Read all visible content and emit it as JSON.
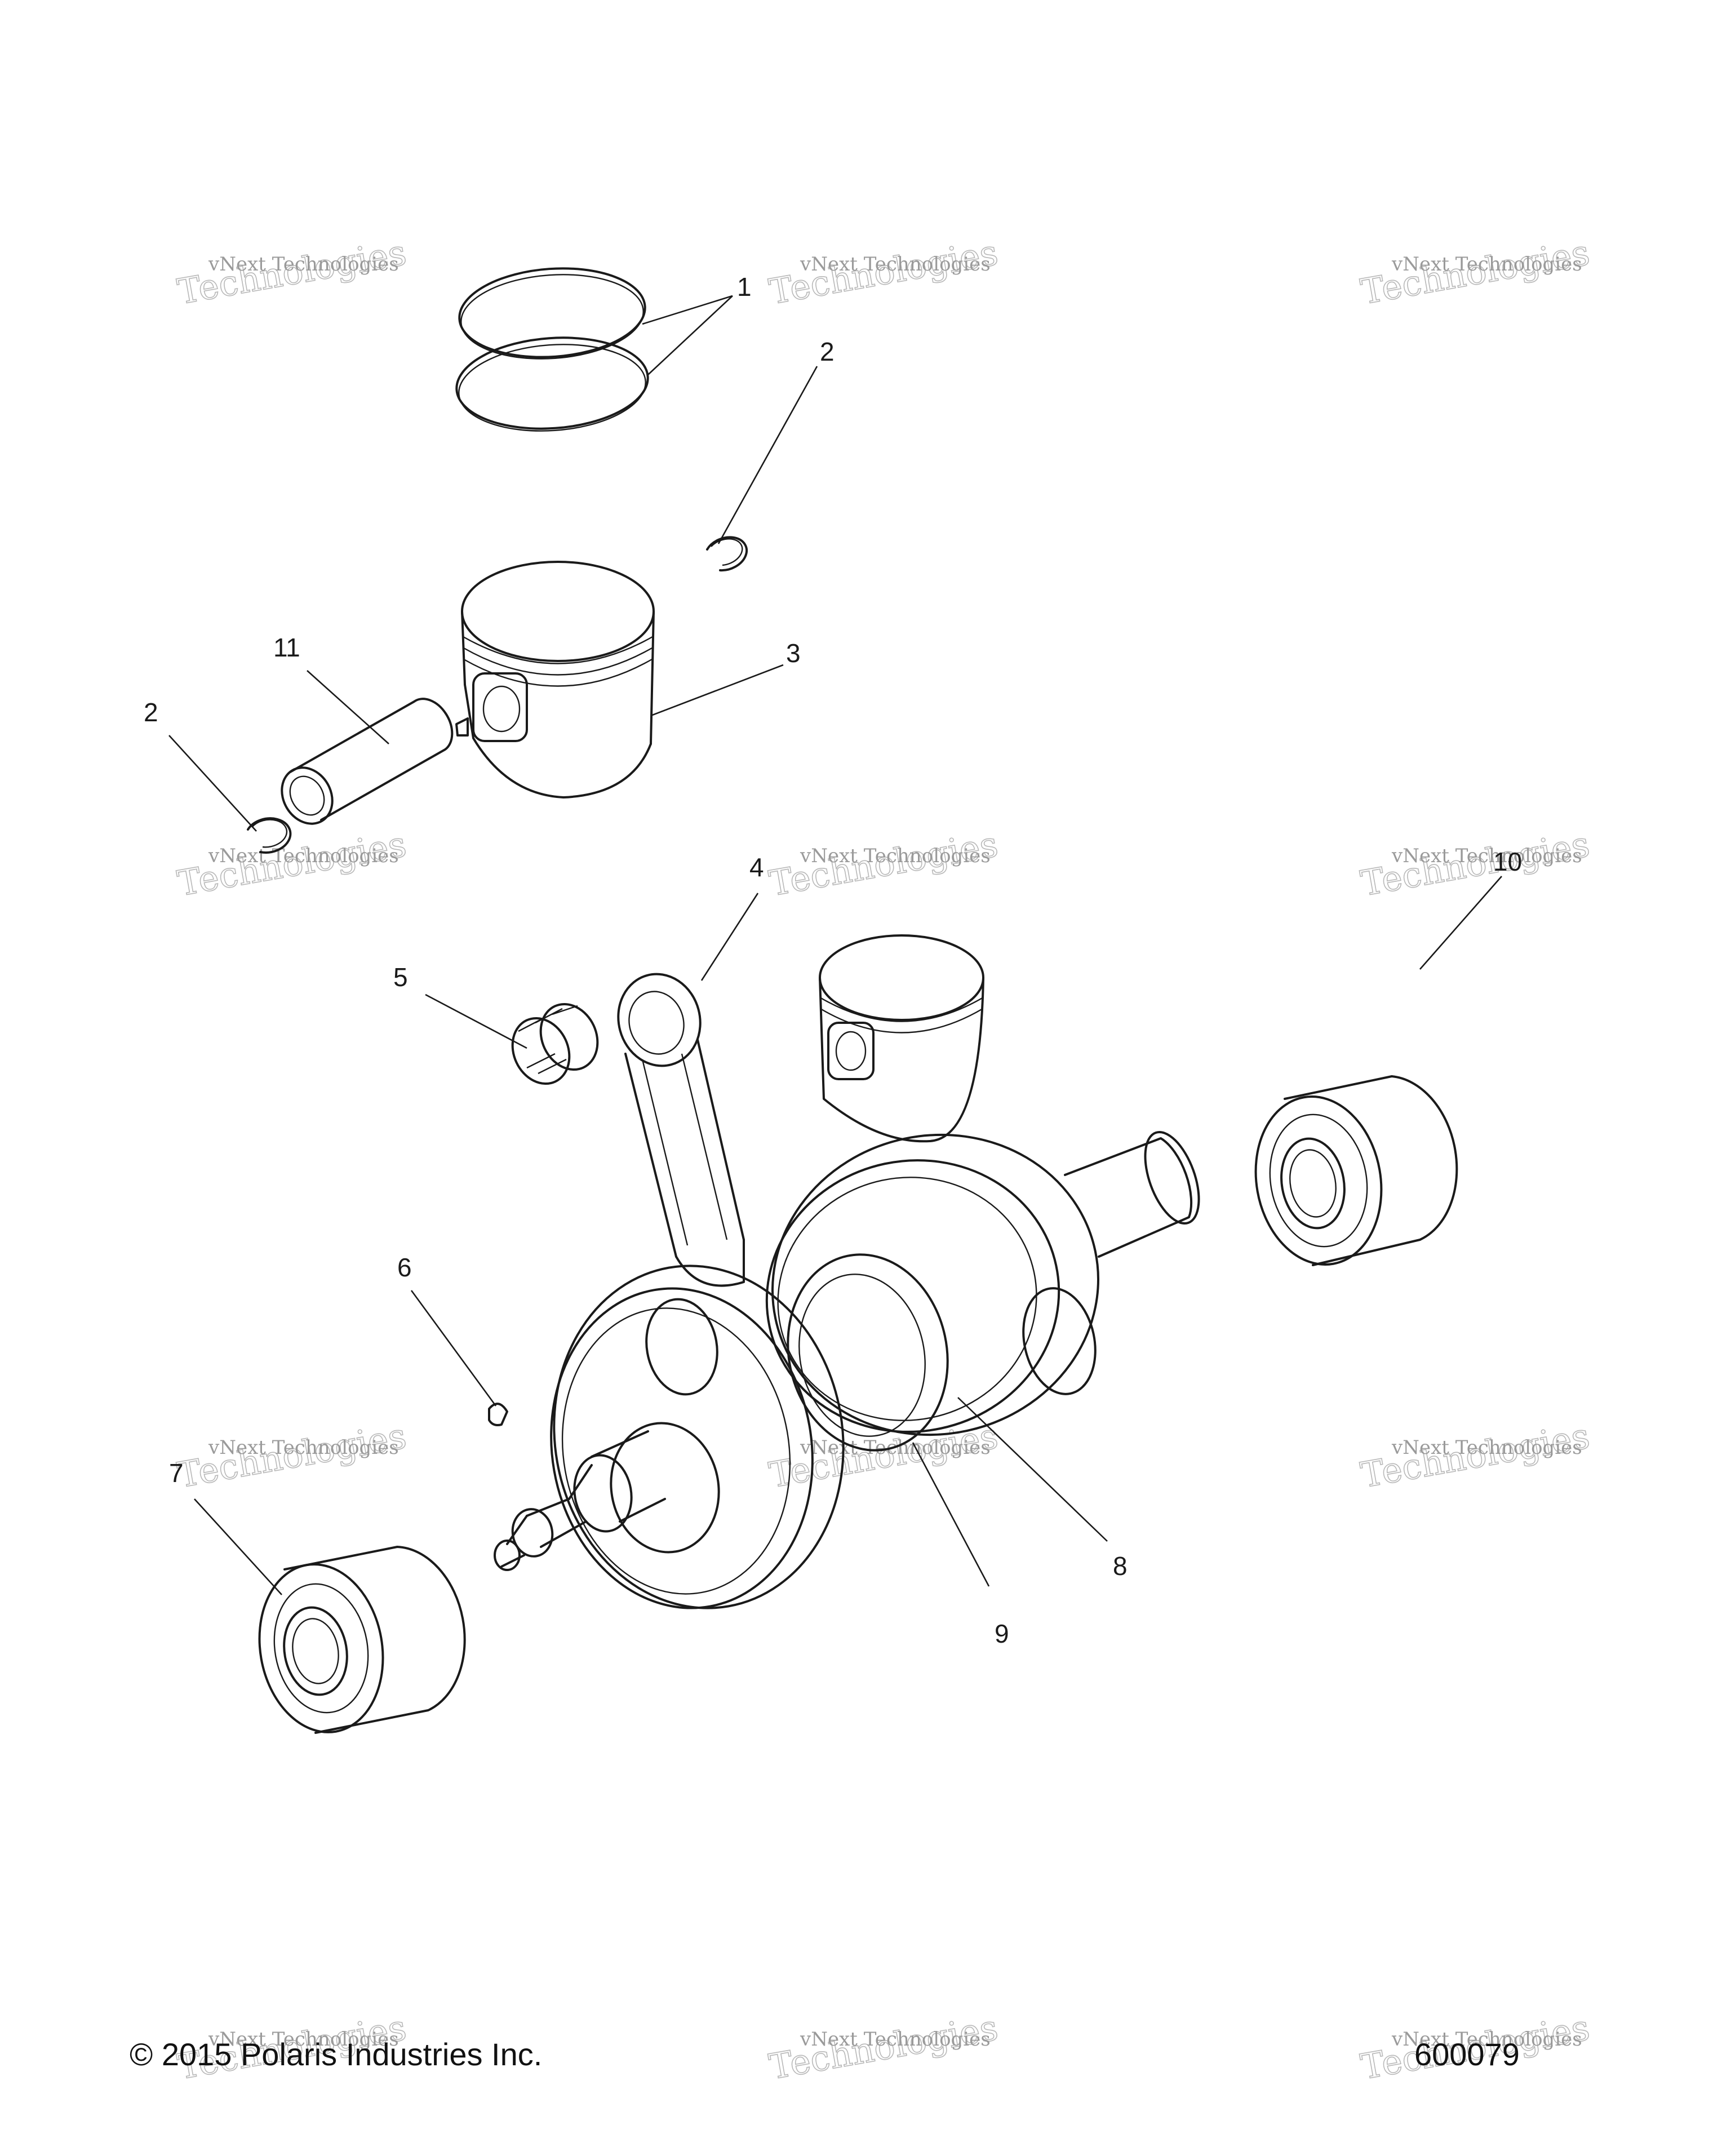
{
  "callouts": {
    "c1": "1",
    "c2a": "2",
    "c2b": "2",
    "c3": "3",
    "c4": "4",
    "c5": "5",
    "c6": "6",
    "c7": "7",
    "c8": "8",
    "c9": "9",
    "c10": "10",
    "c11": "11"
  },
  "watermark": {
    "line1": "vNext Technologies",
    "big": "Technologies",
    "small_top": "vNext"
  },
  "footer": {
    "copyright": "© 2015 Polaris Industries Inc.",
    "diagram_id": "600079"
  }
}
